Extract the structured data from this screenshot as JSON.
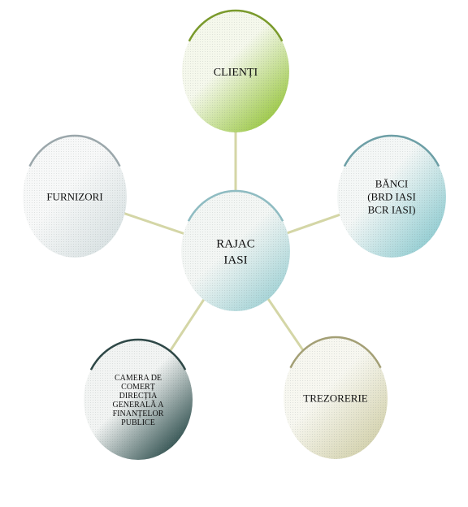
{
  "diagram": {
    "center": {
      "lines": [
        "RAJAC",
        "IASI"
      ],
      "colors": [
        "#f3f6f4",
        "#a9d5d8"
      ],
      "rim": "#8fbcc2"
    },
    "nodes": [
      {
        "id": "clienti",
        "lines": [
          "CLIENȚI"
        ],
        "colors": [
          "#f5f8ec",
          "#9cc847"
        ],
        "rim": "#7a9a2c"
      },
      {
        "id": "banci",
        "lines": [
          "BĂNCI",
          "(BRD IASI",
          "BCR IASI)"
        ],
        "colors": [
          "#f4f7f6",
          "#93cdd2"
        ],
        "rim": "#6d9fa6"
      },
      {
        "id": "trezorerie",
        "lines": [
          "TREZORERIE"
        ],
        "colors": [
          "#f7f7f0",
          "#d4d2ae"
        ],
        "rim": "#a39f75"
      },
      {
        "id": "camera",
        "lines": [
          "CAMERA DE",
          "COMERȚ",
          "DIRECȚIA",
          "GENERALĂ A",
          "FINANȚELOR",
          "PUBLICE"
        ],
        "colors": [
          "#f2f4f3",
          "#3e5c5b"
        ],
        "rim": "#2f4847"
      },
      {
        "id": "furnizori",
        "lines": [
          "FURNIZORI"
        ],
        "colors": [
          "#f7f8f8",
          "#d8e1e2"
        ],
        "rim": "#9ba7ab"
      }
    ],
    "connector_color": "#d4d6a6"
  }
}
